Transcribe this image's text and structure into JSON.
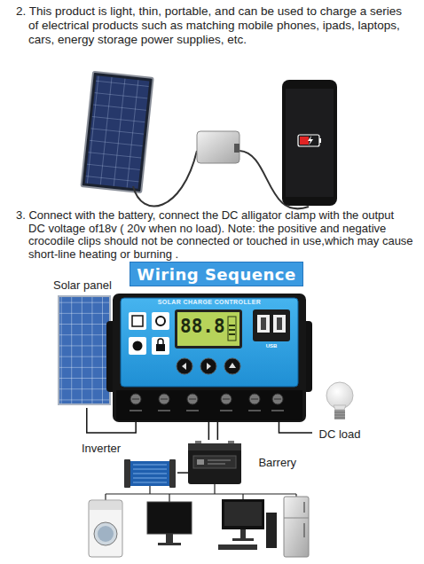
{
  "diagram": {
    "title": "Wiring Sequence",
    "nodes": [
      {
        "text": [
          "Solar panel"
        ]
      },
      {
        "text": [
          "SOLAR CHARGE CONTROLLER"
        ]
      },
      {
        "text": [
          "DC load"
        ]
      },
      {
        "text": [
          "Inverter"
        ]
      },
      {
        "text": [
          "Barrery"
        ]
      }
    ],
    "edges": [
      {
        "from": 0,
        "to": 1,
        "arrow": "none"
      },
      {
        "from": 1,
        "to": 4,
        "arrow": "none"
      },
      {
        "from": 1,
        "to": 2,
        "arrow": "none"
      },
      {
        "from": 3,
        "to": 4,
        "arrow": "none"
      }
    ],
    "labels": [
      "2. This product is light, thin, portable, and can be used to charge a series of electrical products such as matching mobile phones, ipads, laptops, cars, energy storage power supplies, etc.",
      "3. Connect with the battery, connect the DC alligator clamp with the output DC voltage of18v ( 20v when no load). Note: the positive and negative crocodile clips should not be connected or touched in use,which may cause short-line heating or burning .",
      "88.8",
      "USB"
    ]
  }
}
